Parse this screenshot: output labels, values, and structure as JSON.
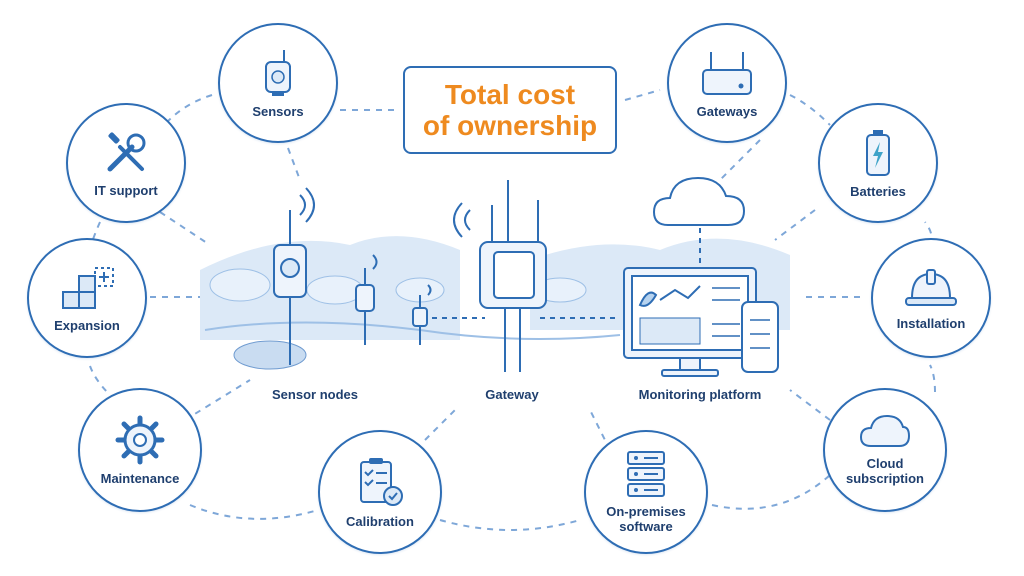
{
  "title": "Total cost\nof ownership",
  "center": {
    "sensor_nodes": "Sensor nodes",
    "gateway": "Gateway",
    "monitoring_platform": "Monitoring platform"
  },
  "cost_items": [
    {
      "label": "Sensors",
      "icon": "sensor-icon"
    },
    {
      "label": "Gateways",
      "icon": "router-icon"
    },
    {
      "label": "IT support",
      "icon": "tools-icon"
    },
    {
      "label": "Batteries",
      "icon": "battery-icon"
    },
    {
      "label": "Expansion",
      "icon": "blocks-icon"
    },
    {
      "label": "Installation",
      "icon": "hard-hat-icon"
    },
    {
      "label": "Maintenance",
      "icon": "gear-icon"
    },
    {
      "label": "Cloud\nsubscription",
      "icon": "cloud-icon"
    },
    {
      "label": "Calibration",
      "icon": "checklist-icon"
    },
    {
      "label": "On-premises\nsoftware",
      "icon": "server-icon"
    }
  ],
  "colors": {
    "accent": "#2e6db4",
    "title": "#ee8a1f",
    "label": "#1f3f6e",
    "fill_light": "#dce9f7"
  }
}
